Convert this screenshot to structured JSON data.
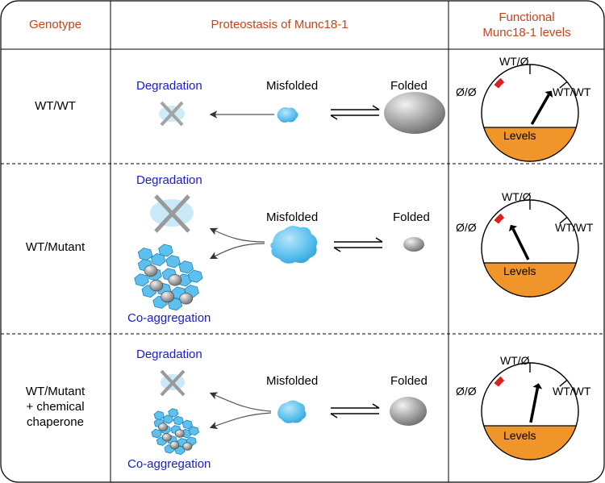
{
  "header": {
    "genotype": "Genotype",
    "proteostasis": "Proteostasis of Munc18-1",
    "functional_line1": "Functional",
    "functional_line2": "Munc18-1 levels"
  },
  "rows": [
    {
      "genotype_lines": [
        "WT/WT"
      ],
      "degradation": "Degradation",
      "misfolded": "Misfolded",
      "folded": "Folded",
      "gauge": {
        "top": "WT/Ø",
        "left": "Ø/Ø",
        "right": "WT/WT",
        "center": "Levels",
        "level": 0.85
      }
    },
    {
      "genotype_lines": [
        "WT/Mutant"
      ],
      "degradation": "Degradation",
      "misfolded": "Misfolded",
      "folded": "Folded",
      "coaggregation": "Co-aggregation",
      "gauge": {
        "top": "WT/Ø",
        "left": "Ø/Ø",
        "right": "WT/WT",
        "center": "Levels",
        "level": 0.15
      }
    },
    {
      "genotype_lines": [
        "WT/Mutant",
        "+ chemical",
        "chaperone"
      ],
      "degradation": "Degradation",
      "misfolded": "Misfolded",
      "folded": "Folded",
      "coaggregation": "Co-aggregation",
      "gauge": {
        "top": "WT/Ø",
        "left": "Ø/Ø",
        "right": "WT/WT",
        "center": "Levels",
        "level": 0.62
      }
    }
  ],
  "colors": {
    "header_text": "#c8431c",
    "blue_label": "#1a1ad0",
    "misfolded_blob": "#5cc1ee",
    "folded_gray": "#9a9a9a",
    "gauge_fill": "#f0952a",
    "gauge_red": "#e0201a"
  }
}
